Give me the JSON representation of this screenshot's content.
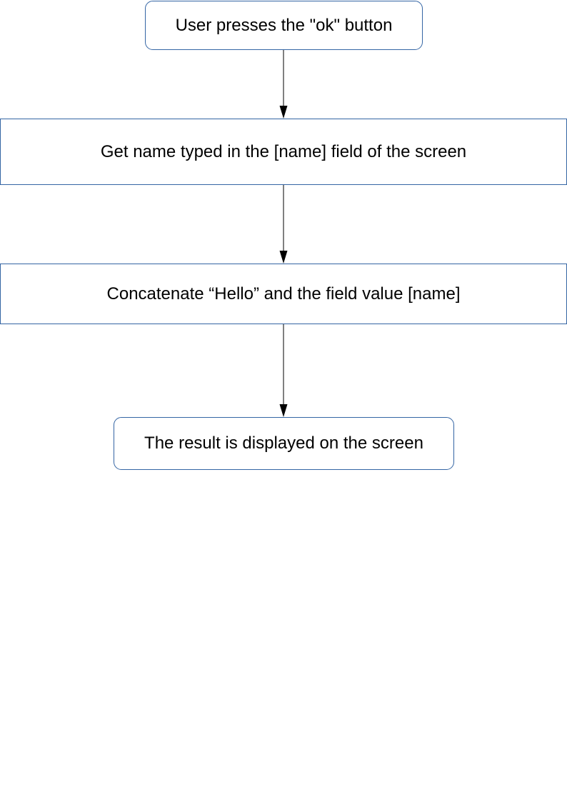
{
  "diagram": {
    "nodes": [
      {
        "id": "start",
        "shape": "rounded-rectangle",
        "label": "User presses the \"ok\" button"
      },
      {
        "id": "get",
        "shape": "rectangle",
        "label": "Get name typed in the [name] field of the screen"
      },
      {
        "id": "concat",
        "shape": "rectangle",
        "label": "Concatenate “Hello” and the field value [name]"
      },
      {
        "id": "end",
        "shape": "rounded-rectangle",
        "label": "The result is displayed on the screen"
      }
    ],
    "edges": [
      {
        "from": "start",
        "to": "get"
      },
      {
        "from": "get",
        "to": "concat"
      },
      {
        "from": "concat",
        "to": "end"
      }
    ],
    "colors": {
      "node_border": "#3465a4",
      "edge": "#000000",
      "text": "#000000"
    }
  }
}
